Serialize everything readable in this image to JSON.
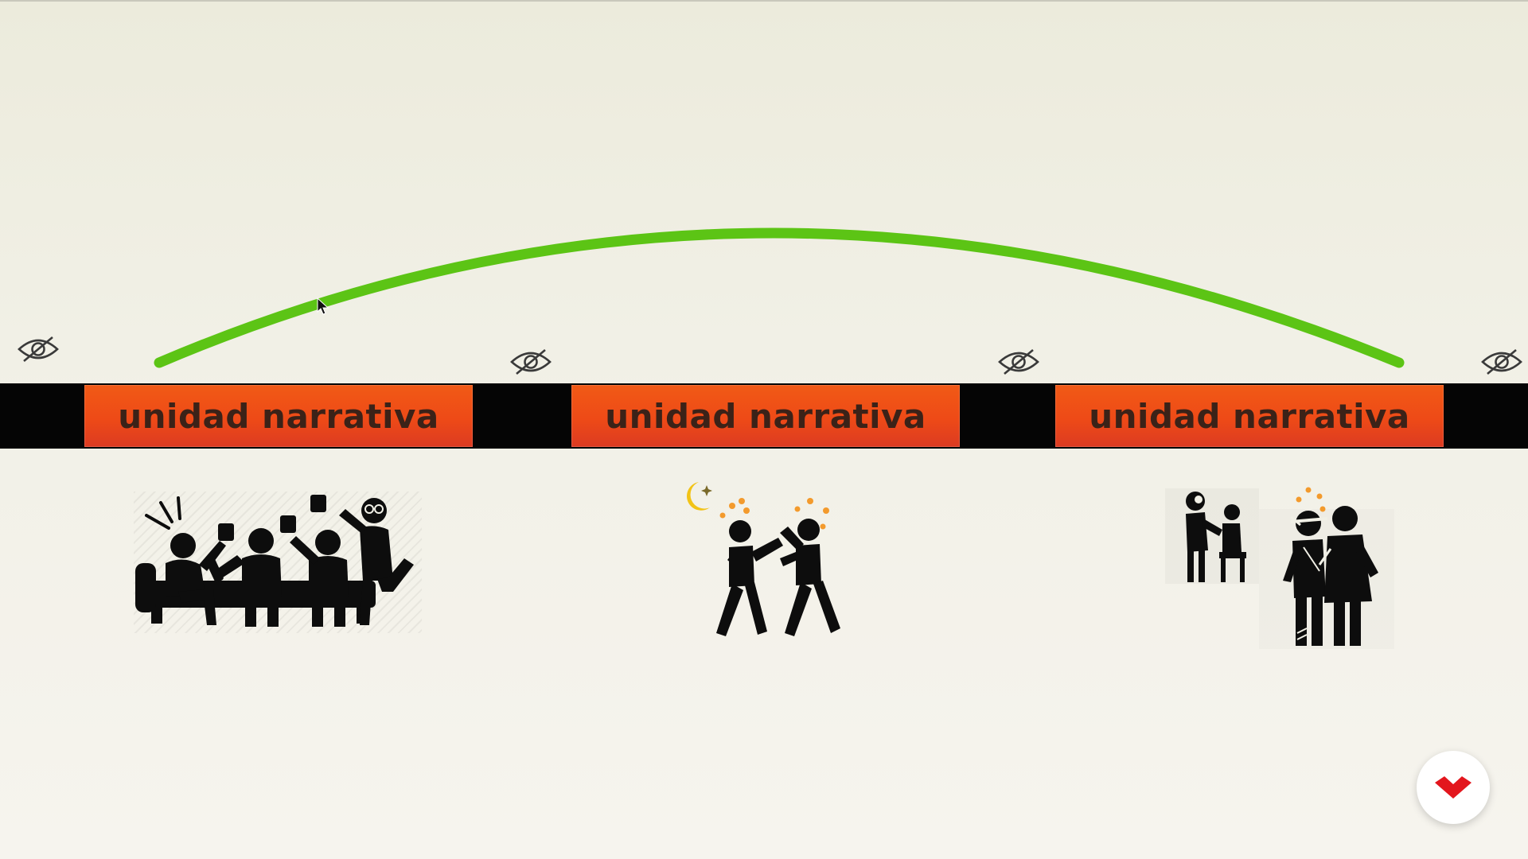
{
  "diagram": {
    "units": [
      {
        "label": "unidad narrativa"
      },
      {
        "label": "unidad narrativa"
      },
      {
        "label": "unidad narrativa"
      }
    ]
  },
  "colors": {
    "arc": "#5cc415",
    "unit_orange": "#ee4a17",
    "unit_text": "#3b2218",
    "gap_black": "#050505",
    "accent_orange": "#f39a2c",
    "moon_yellow": "#f2c316",
    "logo_red": "#e3161d"
  },
  "icons": {
    "hidden_markers": [
      "eye-off-icon",
      "eye-off-icon",
      "eye-off-icon",
      "eye-off-icon"
    ],
    "illustrations": [
      "party-friends-drinking-icon",
      "night-fight-icon",
      "doctor-and-injured-couple-icon"
    ],
    "logo": "logo-chevron-icon"
  }
}
